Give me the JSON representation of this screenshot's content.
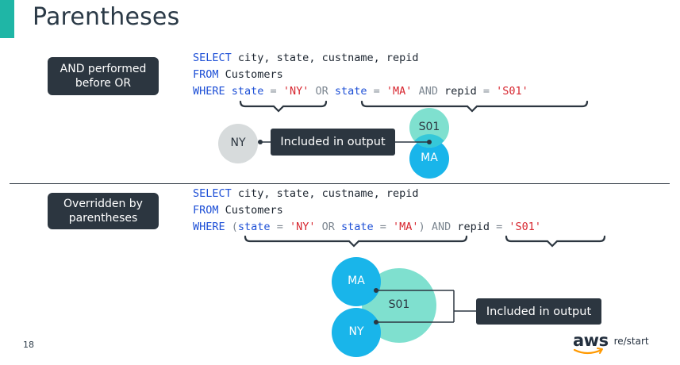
{
  "title": "Parentheses",
  "colors": {
    "accent": "#1fb6a6",
    "dark_box": "#2c3640",
    "keyword_blue": "#1d4fd6",
    "string_red": "#d7262f",
    "circle_teal": "#7fe0cf",
    "circle_blue": "#19b5ea",
    "circle_gray": "#d7dbdc"
  },
  "example1": {
    "label": "AND performed before OR",
    "line1": {
      "select_kw": "SELECT",
      "cols": " city, state, custname, repid"
    },
    "line2": {
      "from_kw": "FROM",
      "table": " Customers"
    },
    "line3": {
      "where_kw": "WHERE",
      "col1": "state",
      "eq1": " = ",
      "val1": "'NY'",
      "or_kw": "OR",
      "col2": "state",
      "eq2": " = ",
      "val2": "'MA'",
      "and_kw": "AND",
      "col3": "repid",
      "eq3": " = ",
      "val3": "'S01'"
    },
    "circles": {
      "left": "NY",
      "top": "S01",
      "bottom": "MA"
    },
    "output_label": "Included in output"
  },
  "example2": {
    "label": "Overridden by parentheses",
    "line1": {
      "select_kw": "SELECT",
      "cols": " city, state, custname, repid"
    },
    "line2": {
      "from_kw": "FROM",
      "table": " Customers"
    },
    "line3": {
      "where_kw": "WHERE",
      "open_paren": "(",
      "col1": "state",
      "eq1": " = ",
      "val1": "'NY'",
      "or_kw": "OR",
      "col2": "state",
      "eq2": " = ",
      "val2": "'MA'",
      "close_paren": ")",
      "and_kw": "AND",
      "col3": "repid",
      "eq3": " = ",
      "val3": "'S01'"
    },
    "circles": {
      "top": "MA",
      "bottom": "NY",
      "center": "S01"
    },
    "output_label": "Included in output"
  },
  "footer": {
    "page_number": "18",
    "brand_main": "aws",
    "brand_sub": "re/start"
  }
}
